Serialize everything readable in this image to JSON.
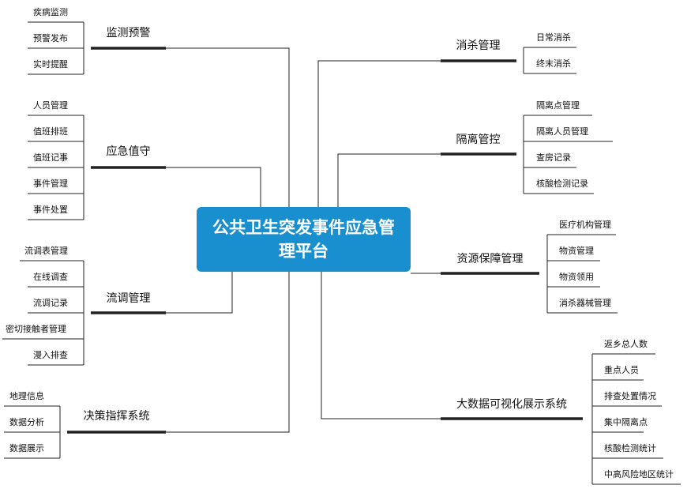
{
  "center_title": "公共卫生突发事件应急管理平台",
  "branches": {
    "monitor": {
      "label": "监测预警",
      "items": [
        "疾病监测",
        "预警发布",
        "实时提醒"
      ]
    },
    "duty": {
      "label": "应急值守",
      "items": [
        "人员管理",
        "值班排班",
        "值班记事",
        "事件管理",
        "事件处置"
      ]
    },
    "epi": {
      "label": "流调管理",
      "items": [
        "流调表管理",
        "在线调查",
        "流调记录",
        "密切接触者管理",
        "漫入排查"
      ]
    },
    "decision": {
      "label": "决策指挥系统",
      "items": [
        "地理信息",
        "数据分析",
        "数据展示"
      ]
    },
    "disinfect": {
      "label": "消杀管理",
      "items": [
        "日常消杀",
        "终末消杀"
      ]
    },
    "isolation": {
      "label": "隔离管控",
      "items": [
        "隔离点管理",
        "隔离人员管理",
        "查房记录",
        "核酸检测记录"
      ]
    },
    "resource": {
      "label": "资源保障管理",
      "items": [
        "医疗机构管理",
        "物资管理",
        "物资领用",
        "消杀器械管理"
      ]
    },
    "bigdata": {
      "label": "大数据可视化展示系统",
      "items": [
        "返乡总人数",
        "重点人员",
        "排查处置情况",
        "集中隔离点",
        "核酸检测统计",
        "中高风险地区统计"
      ]
    }
  }
}
